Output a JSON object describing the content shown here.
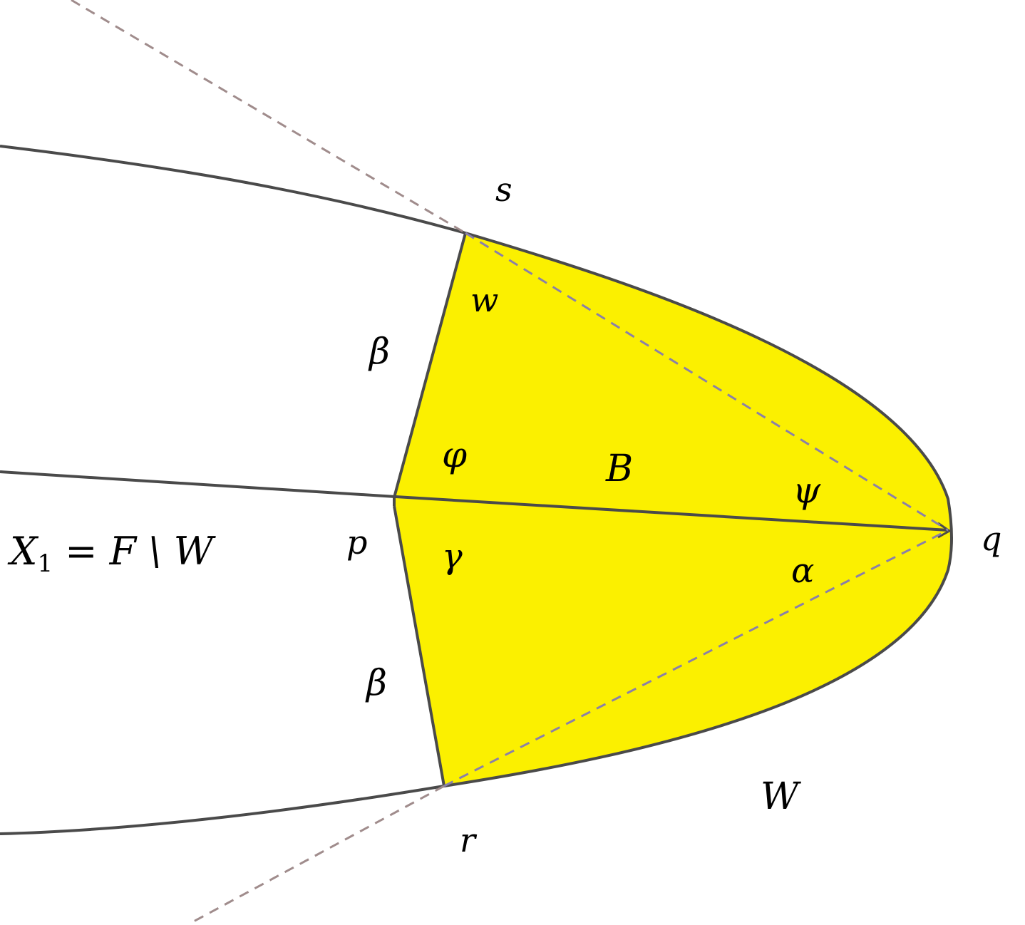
{
  "diagram": {
    "colors": {
      "fill": "#fbf000",
      "stroke": "#4a4a4a",
      "dash_outer": "#a08c8c",
      "dash_inner": "#8a80a8"
    },
    "labels": {
      "s": "s",
      "w": "w",
      "beta_upper": "β",
      "phi": "φ",
      "B": "B",
      "psi": "ψ",
      "q": "q",
      "X1": "X",
      "X1_sub": "1",
      "X1_rest": " = F \\ W",
      "p": "p",
      "gamma": "γ",
      "alpha": "α",
      "beta_lower": "β",
      "W": "W",
      "r": "r"
    }
  }
}
